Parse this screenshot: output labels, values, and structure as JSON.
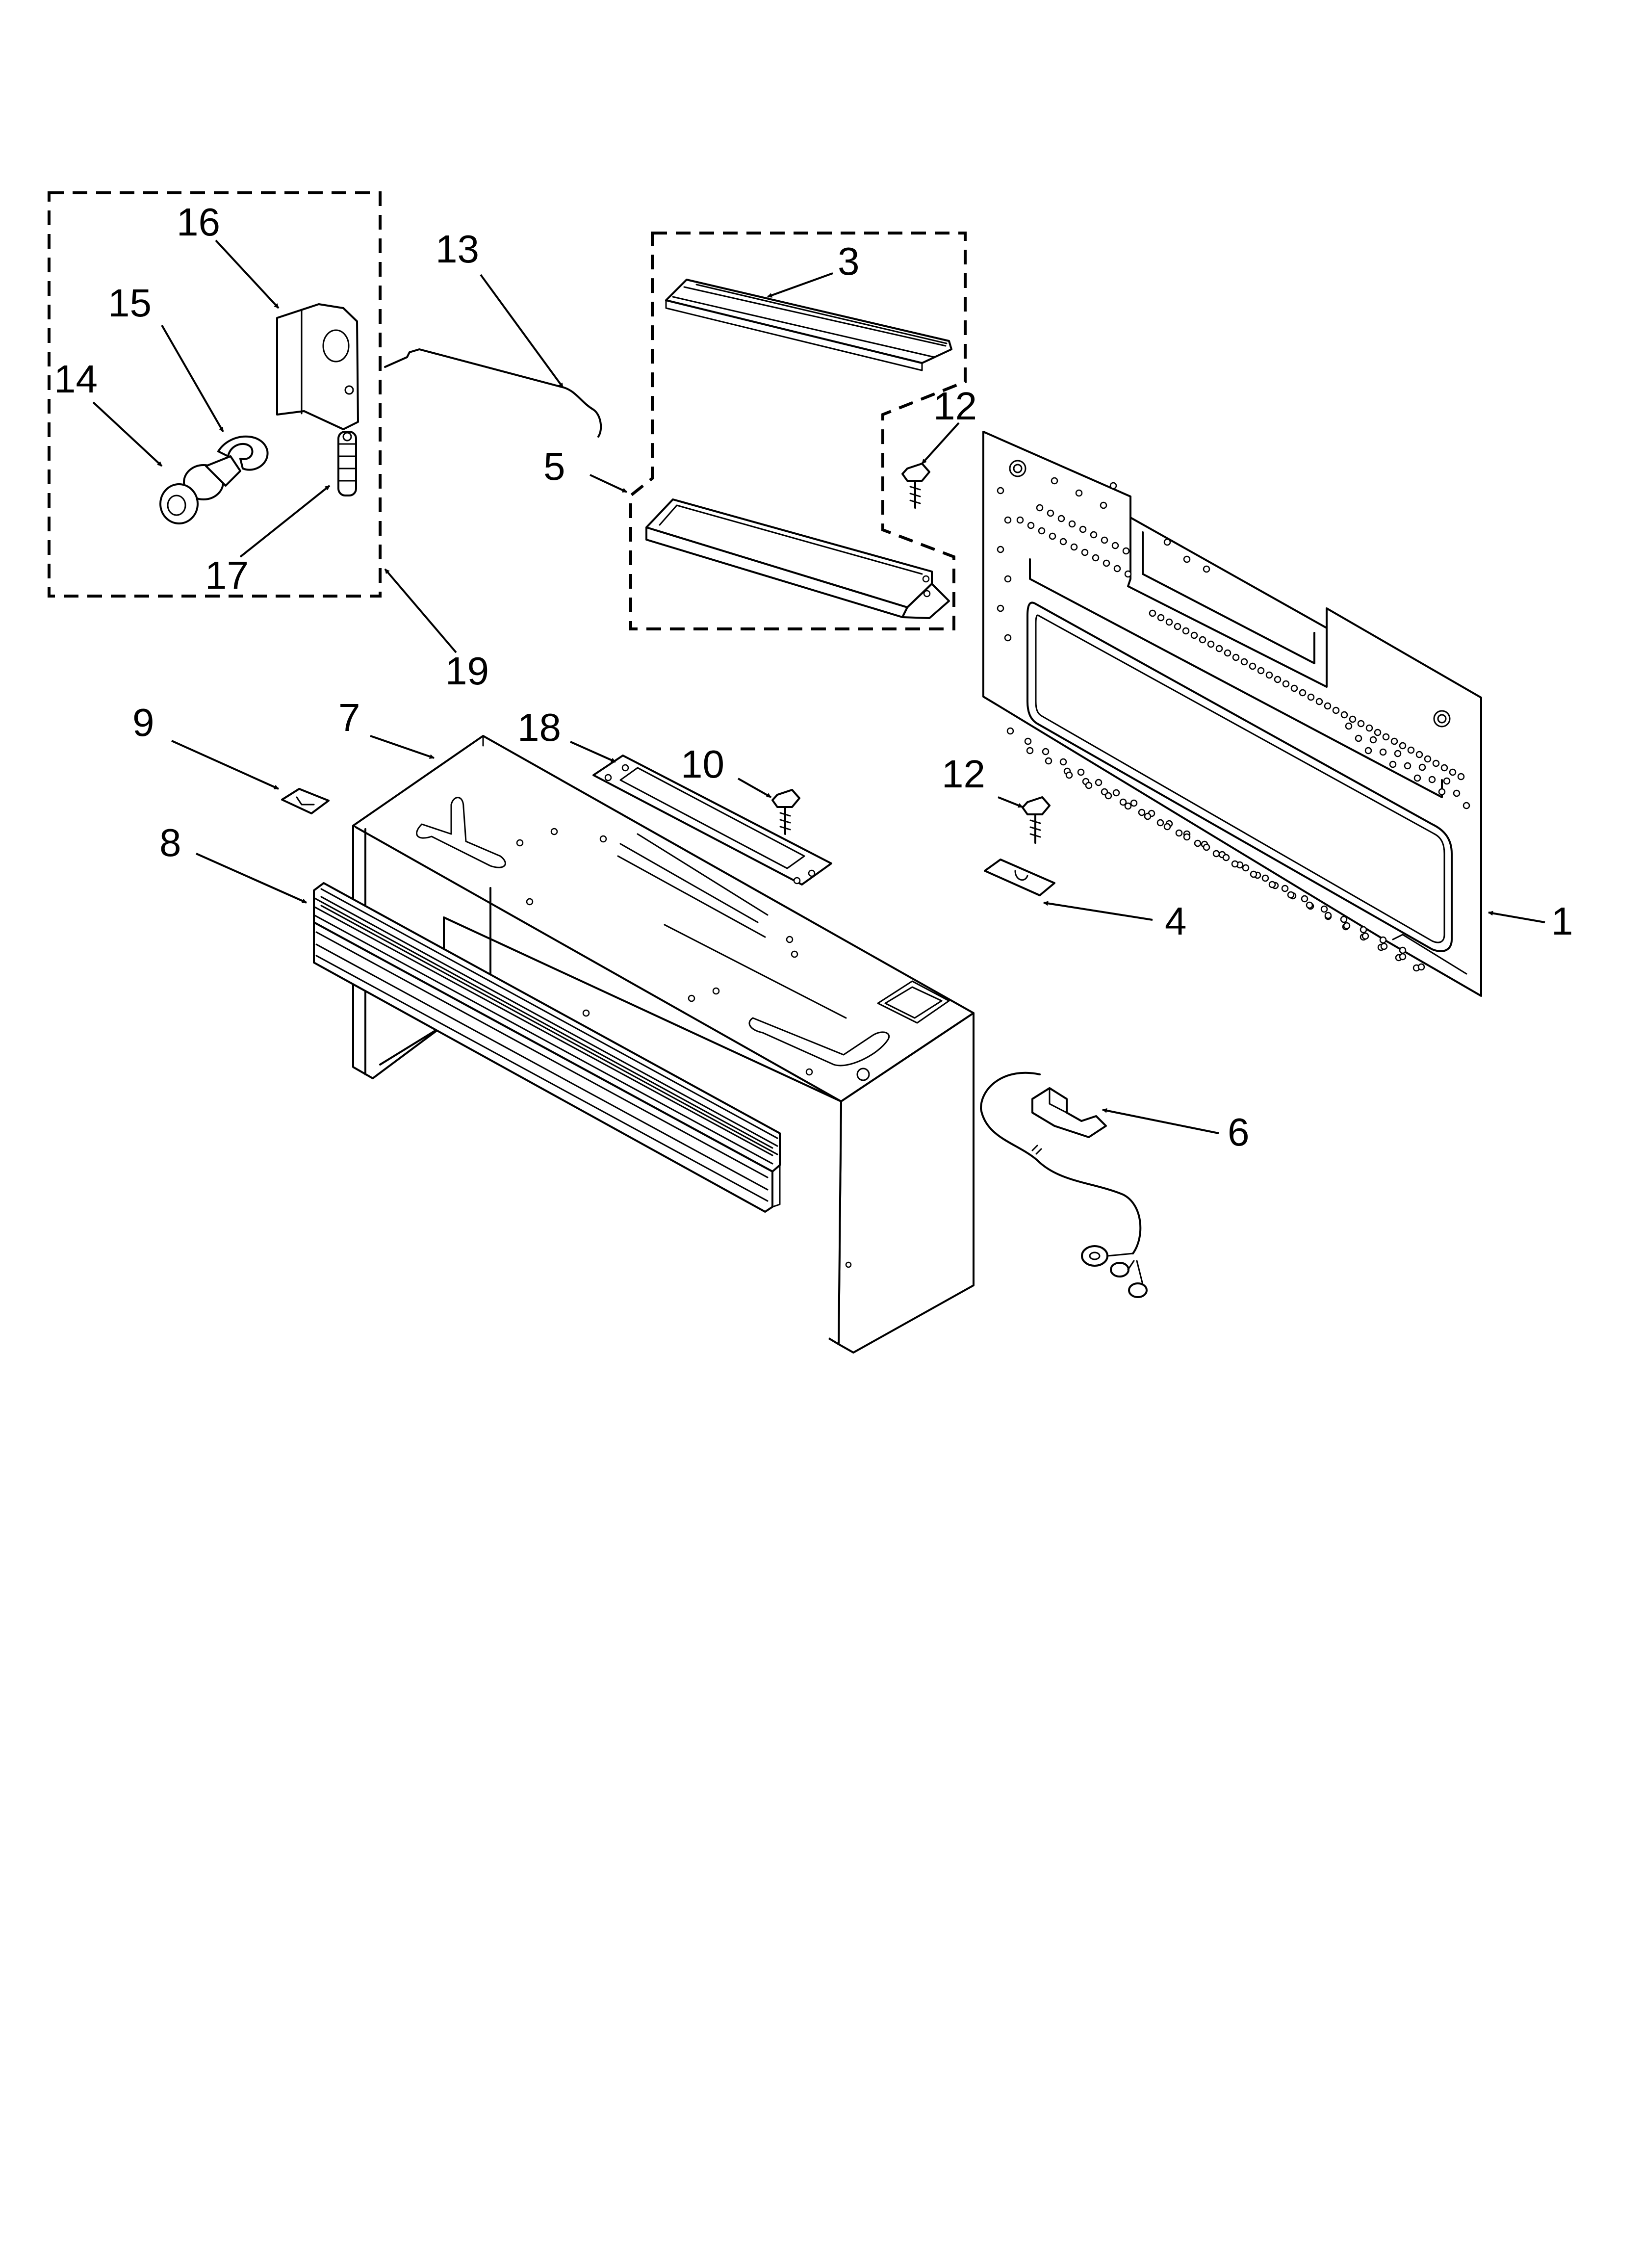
{
  "callouts": [
    {
      "id": "c1",
      "label": "1"
    },
    {
      "id": "c3",
      "label": "3"
    },
    {
      "id": "c4",
      "label": "4"
    },
    {
      "id": "c5",
      "label": "5"
    },
    {
      "id": "c6",
      "label": "6"
    },
    {
      "id": "c7",
      "label": "7"
    },
    {
      "id": "c8",
      "label": "8"
    },
    {
      "id": "c9",
      "label": "9"
    },
    {
      "id": "c10",
      "label": "10"
    },
    {
      "id": "c12a",
      "label": "12"
    },
    {
      "id": "c12b",
      "label": "12"
    },
    {
      "id": "c13",
      "label": "13"
    },
    {
      "id": "c14",
      "label": "14"
    },
    {
      "id": "c15",
      "label": "15"
    },
    {
      "id": "c16",
      "label": "16"
    },
    {
      "id": "c17",
      "label": "17"
    },
    {
      "id": "c18",
      "label": "18"
    },
    {
      "id": "c19",
      "label": "19"
    }
  ]
}
